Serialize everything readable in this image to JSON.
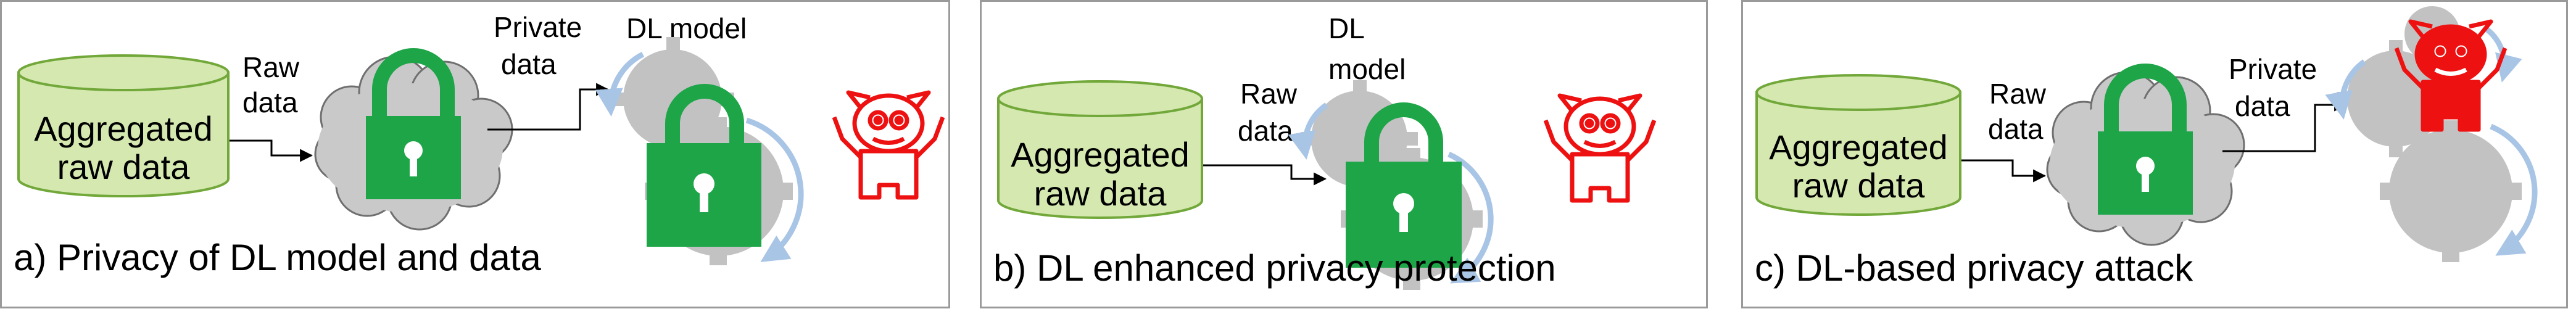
{
  "colors": {
    "cylinder_fill": "#d4e8b0",
    "cylinder_stroke": "#72a83a",
    "lock_green": "#1ea548",
    "cloud_fill": "#c9c9c9",
    "gear_fill": "#c2c2c2",
    "rotation_arrow": "#a9c5e6",
    "monster_red": "#ee1111",
    "frame": "#9a9a9a"
  },
  "icons": [
    "database-cylinder-icon",
    "cloud-icon",
    "padlock-icon",
    "gear-icon",
    "rotation-arrow-icon",
    "monster-icon",
    "arrow-icon"
  ],
  "panels": [
    {
      "id": "a",
      "database_label": [
        "Aggregated",
        "raw data"
      ],
      "raw_data_label": [
        "Raw",
        "data"
      ],
      "private_data_label": [
        "Private",
        "data"
      ],
      "model_label": [
        "DL model"
      ],
      "caption": "a) Privacy of DL model and data"
    },
    {
      "id": "b",
      "database_label": [
        "Aggregated",
        "raw data"
      ],
      "raw_data_label": [
        "Raw",
        "data"
      ],
      "model_label": [
        "DL",
        "model"
      ],
      "caption": "b) DL enhanced privacy protection"
    },
    {
      "id": "c",
      "database_label": [
        "Aggregated",
        "raw data"
      ],
      "raw_data_label": [
        "Raw",
        "data"
      ],
      "private_data_label": [
        "Private",
        "data"
      ],
      "caption": "c) DL-based privacy attack"
    }
  ]
}
